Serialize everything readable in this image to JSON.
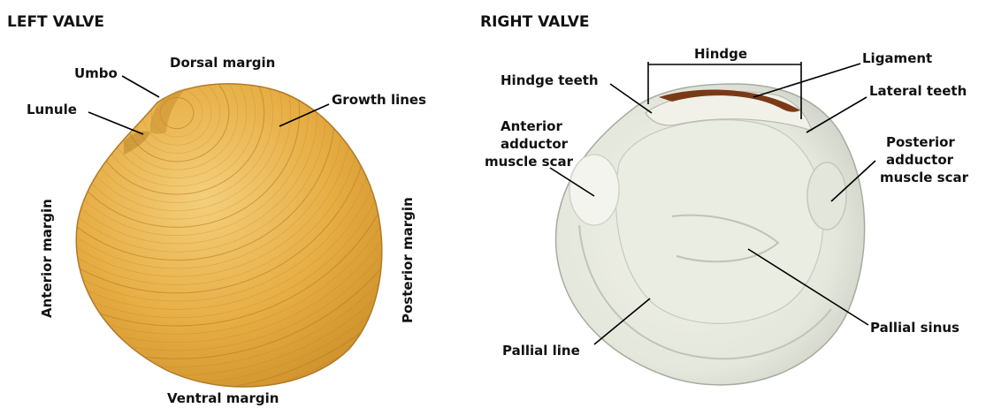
{
  "headings": {
    "left": "LEFT VALVE",
    "right": "RIGHT VALVE"
  },
  "left_valve_labels": {
    "umbo": "Umbo",
    "dorsal_margin": "Dorsal margin",
    "growth_lines": "Growth lines",
    "lunule": "Lunule",
    "anterior_margin": "Anterior margin",
    "posterior_margin": "Posterior margin",
    "ventral_margin": "Ventral margin"
  },
  "right_valve_labels": {
    "hindge": "Hindge",
    "ligament": "Ligament",
    "hindge_teeth": "Hindge teeth",
    "lateral_teeth": "Lateral teeth",
    "anterior_adductor": [
      "Anterior",
      "adductor",
      "muscle scar"
    ],
    "posterior_adductor": [
      "Posterior",
      "adductor",
      "muscle scar"
    ],
    "pallial_line": "Pallial line",
    "pallial_sinus": "Pallial sinus"
  },
  "colors": {
    "left_shell": "#e2a93f",
    "left_shell_light": "#f2c56a",
    "growth_line": "#b27a22",
    "right_shell_outer": "#d9ddd5",
    "right_shell_inner": "#eef0e6",
    "ligament": "#7a3a18"
  }
}
